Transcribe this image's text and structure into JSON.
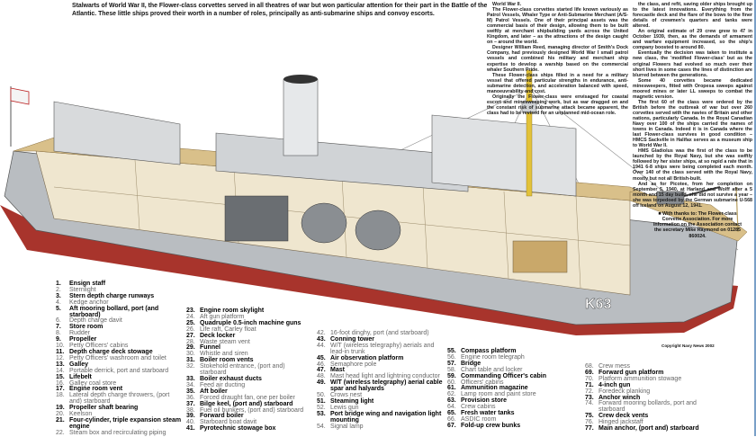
{
  "intro": "Stalwarts of World War II, the Flower-class corvettes served in all theatres of war but won particular attention for their part in the Battle of the Atlantic. These little ships proved their worth in a number of roles, principally as anti-submarine ships and convoy escorts.",
  "article": {
    "col1": [
      "World War II.",
      "The Flower-class corvettes started life known variously as Patrol Vessels, Whaler Type or Anti-Submarine Merchant (A/S-M) Patrol Vessels. One of their principal assets was the commercial basis of their design, allowing them to be built swiftly at merchant shipbuilding yards across the United Kingdom, and later – as the attractions of the design caught on – around the world.",
      "Designer William Reed, managing director of Smith's Dock Company, had previously designed World War I small patrol vessels and combined his military and merchant ship expertise to develop a warship based on the commercial whaler Southern Pride.",
      "These Flower-class ships filled in a need for a military vessel that offered particular strengths in endurance, anti-submarine detection, and acceleration balanced with speed, manoeuvrability and cost.",
      "Originally the Flower-class were envisaged for coastal escort and minesweeping work, but as war dragged on and the constant risk of submarine attack became apparent, the class had to be revised for an unplanned mid-ocean role."
    ],
    "col2": [
      "the class, and refit, saving older ships brought up to the latest innovations. Everything from the forecastle deck and the flare of the bows to the finer details of crewmen's quarters and tanks were altered.",
      "An original estimate of 29 crew grew to 47 in October 1939, then, as the demands of armament and warfare equipment increased, so the ship's company boosted to around 80.",
      "Eventually the decision was taken to institute a new class, the 'modified Flower-class' but as the original Flowers had evolved so much over their short lives in some cases the lines of distinction are blurred between the generations.",
      "Some 40 corvettes became dedicated minesweepers, fitted with Oropesa sweeps against moored mines or later LL sweeps to combat the magnetic version.",
      "The first 60 of the class were ordered by the British before the outbreak of war but over 260 corvettes served with the navies of Britain and other nations, particularly Canada. In the Royal Canadian Navy over 100 of the ships carried the names of towns in Canada. Indeed it is in Canada where the last Flower-class survives in good condition – HMCS Sackville in Halifax serves as a museum ship to World War II.",
      "HMS Gladiolus was the first of the class to be launched by the Royal Navy, but she was swiftly followed by her sister ships, at so rapid a rate that in 1941 6-8 ships were being completed each month. Over 140 of the class served with the Royal Navy, mostly but not all British-built.",
      "And as for Picotee, from her completion on September 5, 1940, at Harland and Wolff after a 5 month and 15 day build, she did not survive a year – she was torpedoed by the German submarine U-568 off Iceland on August 12, 1941."
    ],
    "thanks": "■ With thanks to: The Flower-class Corvette Association. For more information on the Association contact the secretary Mike Raymond on 01285 860024."
  },
  "copyright": "Copyright Navy News 2002",
  "hull_marking": "K63",
  "colors": {
    "hull": "#b9bdc1",
    "antifouling": "#a8342c",
    "deck": "#d9c08a",
    "mast": "#e2c23a",
    "interior": "#efe6cf"
  },
  "legend": {
    "columns": [
      {
        "items": [
          {
            "num": "1.",
            "label": "Ensign staff",
            "bold": true
          },
          {
            "num": "2.",
            "label": "Sternlight",
            "bold": false
          },
          {
            "num": "3.",
            "label": "Stern depth charge runways",
            "bold": true
          },
          {
            "num": "4.",
            "label": "Kedge anchor",
            "bold": false
          },
          {
            "num": "5.",
            "label": "Aft mooring bollard, port (and starboard)",
            "bold": true
          },
          {
            "num": "6.",
            "label": "Depth charge davit",
            "bold": false
          },
          {
            "num": "7.",
            "label": "Store room",
            "bold": true
          },
          {
            "num": "8.",
            "label": "Rudder",
            "bold": false
          },
          {
            "num": "9.",
            "label": "Propeller",
            "bold": true
          },
          {
            "num": "10.",
            "label": "Petty Officers' cabins",
            "bold": false
          },
          {
            "num": "11.",
            "label": "Depth charge deck stowage",
            "bold": true
          },
          {
            "num": "12.",
            "label": "Petty Officers' washroom and toilet",
            "bold": false
          },
          {
            "num": "13.",
            "label": "Galley",
            "bold": true
          },
          {
            "num": "14.",
            "label": "Portable derrick, port and starboard",
            "bold": false
          },
          {
            "num": "15.",
            "label": "Lifebelt",
            "bold": true
          },
          {
            "num": "16.",
            "label": "Galley coal store",
            "bold": false
          },
          {
            "num": "17.",
            "label": "Engine room vent",
            "bold": true
          },
          {
            "num": "18.",
            "label": "Lateral depth charge throwers, (port and) starboard",
            "bold": false
          },
          {
            "num": "19.",
            "label": "Propeller shaft bearing",
            "bold": true
          },
          {
            "num": "20.",
            "label": "Keelson",
            "bold": false
          },
          {
            "num": "21.",
            "label": "Four-cylinder, triple expansion steam engine",
            "bold": true
          },
          {
            "num": "22.",
            "label": "Steam box and recirculating piping",
            "bold": false
          }
        ]
      },
      {
        "items": [
          {
            "num": "23.",
            "label": "Engine room skylight",
            "bold": true
          },
          {
            "num": "24.",
            "label": "Aft gun platform",
            "bold": false
          },
          {
            "num": "25.",
            "label": "Quadruple 0.5-inch machine guns",
            "bold": true
          },
          {
            "num": "26.",
            "label": "Life raft, Carley float",
            "bold": false
          },
          {
            "num": "27.",
            "label": "Deck locker",
            "bold": true
          },
          {
            "num": "28.",
            "label": "Waste steam vent",
            "bold": false
          },
          {
            "num": "29.",
            "label": "Funnel",
            "bold": true
          },
          {
            "num": "30.",
            "label": "Whistle and siren",
            "bold": false
          },
          {
            "num": "31.",
            "label": "Boiler room vents",
            "bold": true
          },
          {
            "num": "32.",
            "label": "Stokehold entrance, (port and) starboard",
            "bold": false
          },
          {
            "num": "33.",
            "label": "Boiler exhaust ducts",
            "bold": true
          },
          {
            "num": "34.",
            "label": "Feed air ducting",
            "bold": false
          },
          {
            "num": "35.",
            "label": "Aft boiler",
            "bold": true
          },
          {
            "num": "36.",
            "label": "Forced draught fan, one per boiler",
            "bold": false
          },
          {
            "num": "37.",
            "label": "Bilge keel, (port and) starboard",
            "bold": true
          },
          {
            "num": "38.",
            "label": "Fuel oil bunkers, (port and) starboard",
            "bold": false
          },
          {
            "num": "39.",
            "label": "Forward boiler",
            "bold": true
          },
          {
            "num": "40.",
            "label": "Starboard boat davit",
            "bold": false
          },
          {
            "num": "41.",
            "label": "Pyrotechnic stowage box",
            "bold": true
          }
        ]
      },
      {
        "items": [
          {
            "num": "42.",
            "label": "16-foot dinghy, port (and starboard)",
            "bold": false
          },
          {
            "num": "43.",
            "label": "Conning tower",
            "bold": true
          },
          {
            "num": "44.",
            "label": "W/T (wireless telegraphy) aerials and lead-in trunk",
            "bold": false
          },
          {
            "num": "45.",
            "label": "Air observation platform",
            "bold": true
          },
          {
            "num": "46.",
            "label": "Semaphore pole",
            "bold": false
          },
          {
            "num": "47.",
            "label": "Mast",
            "bold": true
          },
          {
            "num": "48.",
            "label": "Mast head light and lightning conductor",
            "bold": false
          },
          {
            "num": "49.",
            "label": "W/T (wireless telegraphy) aerial cable spar and halyards",
            "bold": true
          },
          {
            "num": "50.",
            "label": "Crows nest",
            "bold": false
          },
          {
            "num": "51.",
            "label": "Steaming light",
            "bold": true
          },
          {
            "num": "52.",
            "label": "Lewis gun",
            "bold": false
          },
          {
            "num": "53.",
            "label": "Port bridge wing and navigation light mounting",
            "bold": true
          },
          {
            "num": "54.",
            "label": "Signal lamp",
            "bold": false
          }
        ]
      },
      {
        "items": [
          {
            "num": "55.",
            "label": "Compass platform",
            "bold": true
          },
          {
            "num": "56.",
            "label": "Engine room telegraph",
            "bold": false
          },
          {
            "num": "57.",
            "label": "Bridge",
            "bold": true
          },
          {
            "num": "58.",
            "label": "Chart table and locker",
            "bold": false
          },
          {
            "num": "59.",
            "label": "Commanding Officer's cabin",
            "bold": true
          },
          {
            "num": "60.",
            "label": "Officers' cabins",
            "bold": false
          },
          {
            "num": "61.",
            "label": "Ammunition magazine",
            "bold": true
          },
          {
            "num": "62.",
            "label": "Lamp room and paint store",
            "bold": false
          },
          {
            "num": "63.",
            "label": "Provision store",
            "bold": true
          },
          {
            "num": "64.",
            "label": "Crew cabins",
            "bold": false
          },
          {
            "num": "65.",
            "label": "Fresh water tanks",
            "bold": true
          },
          {
            "num": "66.",
            "label": "ASDIC room",
            "bold": false
          },
          {
            "num": "67.",
            "label": "Fold-up crew bunks",
            "bold": true
          }
        ]
      },
      {
        "items": [
          {
            "num": "68.",
            "label": "Crew mess",
            "bold": false
          },
          {
            "num": "69.",
            "label": "Forward gun platform",
            "bold": true
          },
          {
            "num": "70.",
            "label": "Platform ammunition stowage",
            "bold": false
          },
          {
            "num": "71.",
            "label": "4-inch gun",
            "bold": true
          },
          {
            "num": "72.",
            "label": "Foredeck planking",
            "bold": false
          },
          {
            "num": "73.",
            "label": "Anchor winch",
            "bold": true
          },
          {
            "num": "74.",
            "label": "Forward mooring bollards, port and starboard",
            "bold": false
          },
          {
            "num": "75.",
            "label": "Crew deck vents",
            "bold": true
          },
          {
            "num": "76.",
            "label": "Hinged jackstaff",
            "bold": false
          },
          {
            "num": "77.",
            "label": "Main anchor, (port and) starboard",
            "bold": true
          }
        ]
      }
    ]
  }
}
